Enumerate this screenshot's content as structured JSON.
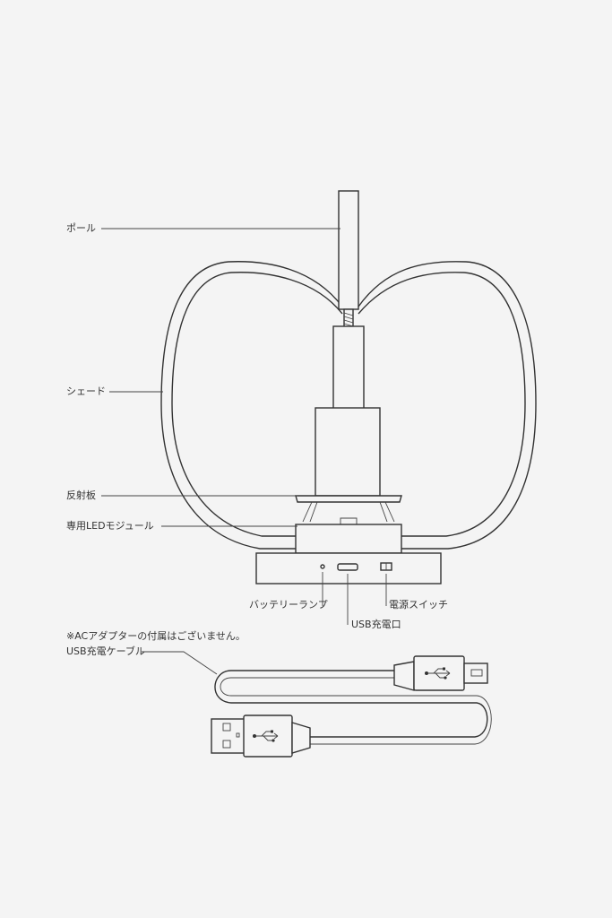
{
  "labels": {
    "pole": "ポール",
    "shade": "シェード",
    "reflector": "反射板",
    "led_module": "専用LEDモジュール",
    "battery_lamp": "バッテリーランプ",
    "usb_port": "USB充電口",
    "power_switch": "電源スイッチ",
    "note": "※ACアダプターの付属はございません。",
    "usb_cable": "USB充電ケーブル"
  },
  "colors": {
    "background": "#f4f4f4",
    "line": "#333333"
  },
  "icons": [
    "usb-symbol-icon"
  ]
}
